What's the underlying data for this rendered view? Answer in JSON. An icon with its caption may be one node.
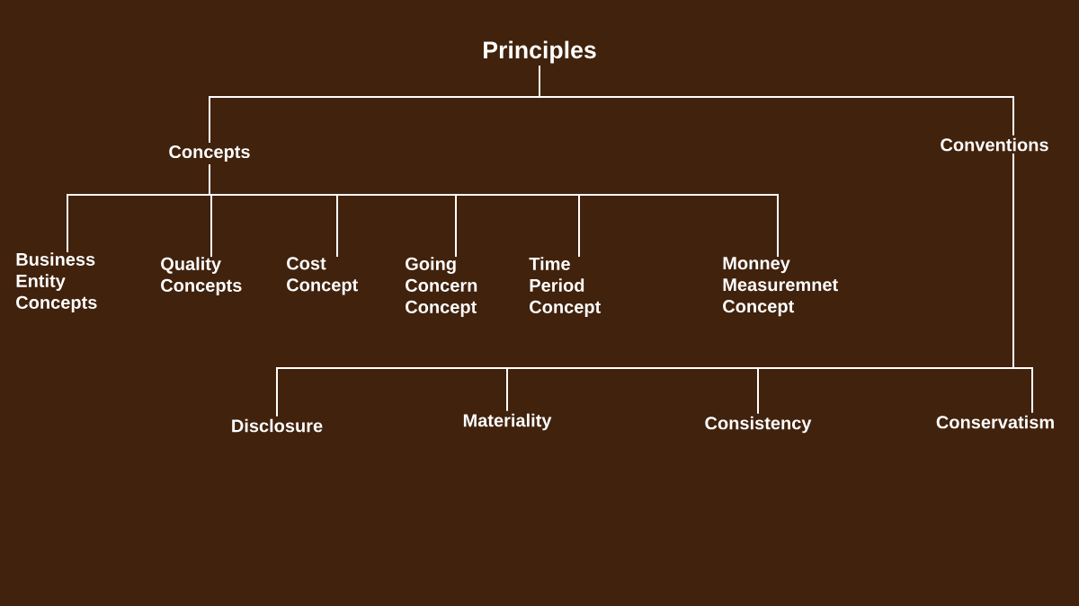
{
  "diagram": {
    "nodes": [
      {
        "text": [
          "Principles"
        ]
      },
      {
        "text": [
          "Concepts"
        ]
      },
      {
        "text": [
          "Conventions"
        ]
      },
      {
        "text": [
          "Business Entity Concepts"
        ]
      },
      {
        "text": [
          "Quality Concepts"
        ]
      },
      {
        "text": [
          "Cost Concept"
        ]
      },
      {
        "text": [
          "Going Concern Concept"
        ]
      },
      {
        "text": [
          "Time Period Concept"
        ]
      },
      {
        "text": [
          "Monney Measuremnet Concept"
        ]
      },
      {
        "text": [
          "Disclosure"
        ]
      },
      {
        "text": [
          "Materiality"
        ]
      },
      {
        "text": [
          "Consistency"
        ]
      },
      {
        "text": [
          "Conservatism"
        ]
      }
    ],
    "edges": [
      {
        "from": 0,
        "to": 1,
        "arrow": "none"
      },
      {
        "from": 0,
        "to": 2,
        "arrow": "none"
      },
      {
        "from": 1,
        "to": 3,
        "arrow": "none"
      },
      {
        "from": 1,
        "to": 4,
        "arrow": "none"
      },
      {
        "from": 1,
        "to": 5,
        "arrow": "none"
      },
      {
        "from": 1,
        "to": 6,
        "arrow": "none"
      },
      {
        "from": 1,
        "to": 7,
        "arrow": "none"
      },
      {
        "from": 1,
        "to": 8,
        "arrow": "none"
      },
      {
        "from": 2,
        "to": 9,
        "arrow": "none"
      },
      {
        "from": 2,
        "to": 10,
        "arrow": "none"
      },
      {
        "from": 2,
        "to": 11,
        "arrow": "none"
      },
      {
        "from": 2,
        "to": 12,
        "arrow": "none"
      }
    ]
  }
}
